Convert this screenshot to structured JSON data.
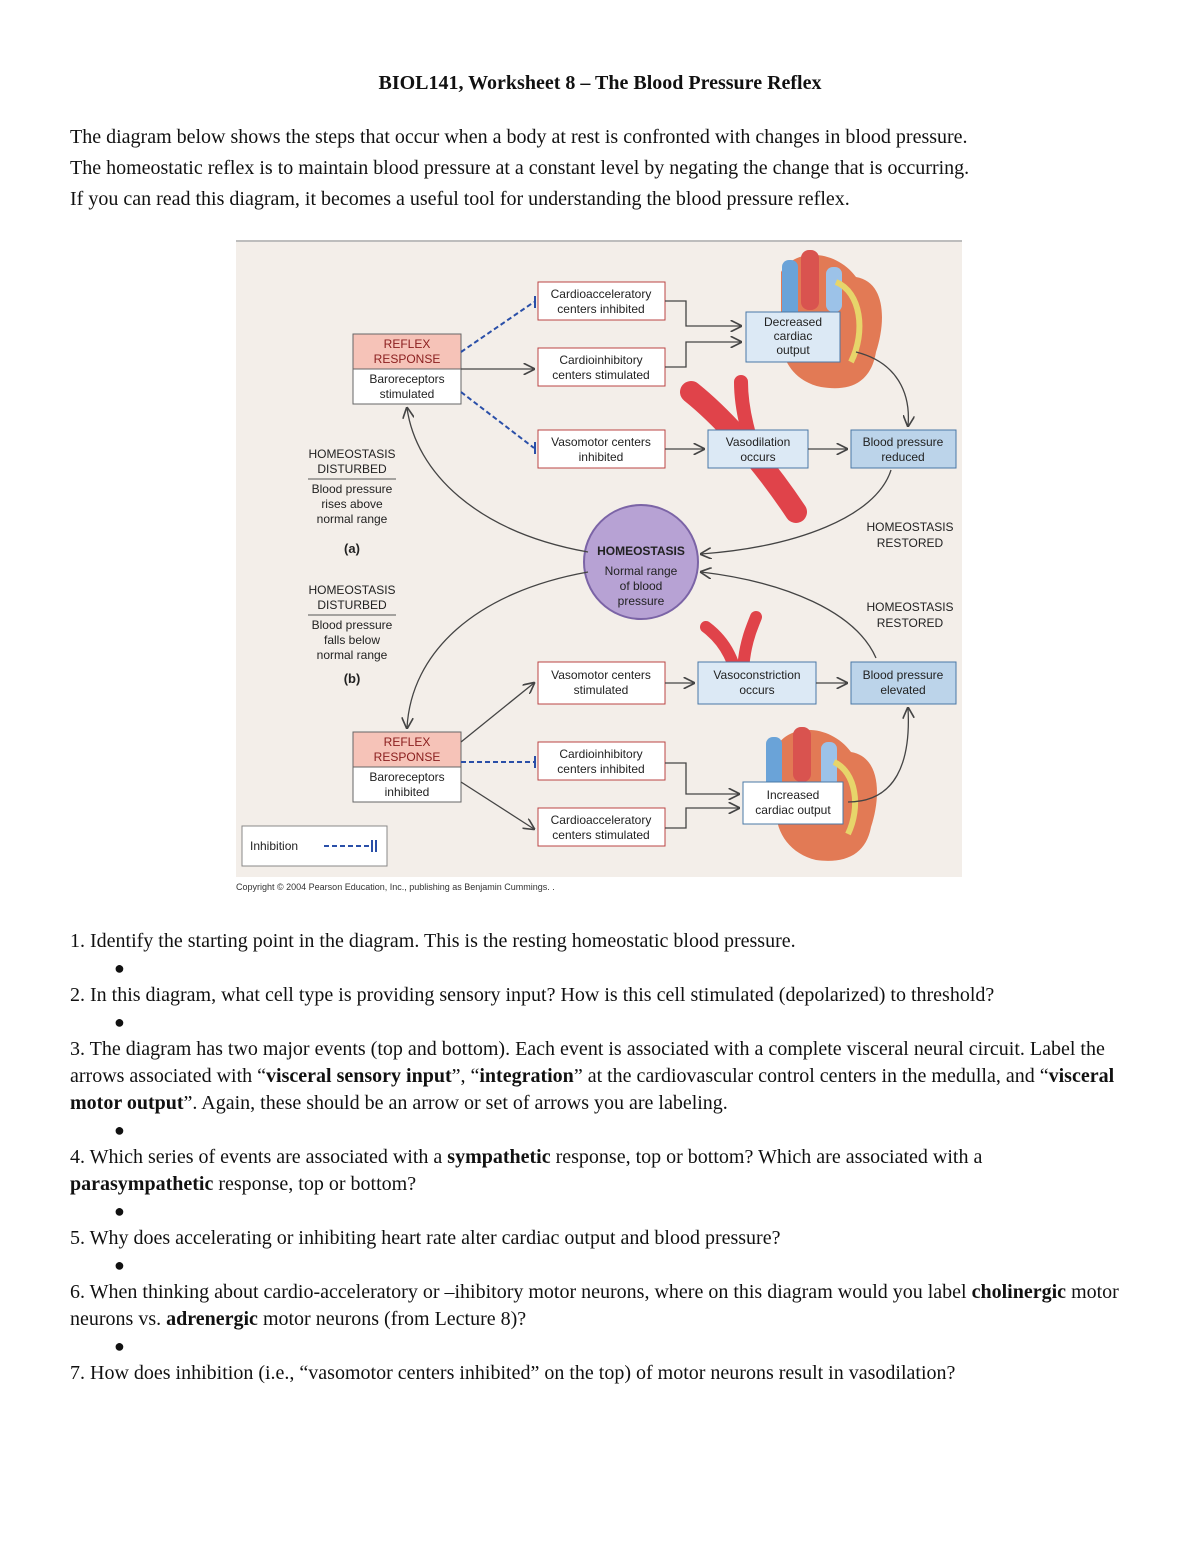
{
  "title": "BIOL141, Worksheet 8 – The Blood Pressure Reflex",
  "intro": [
    "The diagram below shows the steps that occur when a body at rest is confronted with changes in blood pressure.",
    "The homeostatic reflex is to maintain blood pressure at a constant level by negating the change that is occurring.",
    "If you can read this diagram, it becomes a useful tool for understanding the blood pressure reflex."
  ],
  "figure": {
    "top": {
      "reflex_title_1": "REFLEX",
      "reflex_title_2": "RESPONSE",
      "reflex_sub_1": "Baroreceptors",
      "reflex_sub_2": "stimulated",
      "cardioacc_1": "Cardioacceleratory",
      "cardioacc_2": "centers inhibited",
      "cardioinh_1": "Cardioinhibitory",
      "cardioinh_2": "centers stimulated",
      "vasomotor_1": "Vasomotor centers",
      "vasomotor_2": "inhibited",
      "decreased_1": "Decreased",
      "decreased_2": "cardiac",
      "decreased_3": "output",
      "vasodil_1": "Vasodilation",
      "vasodil_2": "occurs",
      "bp_1": "Blood pressure",
      "bp_2": "reduced",
      "disturbed_1": "HOMEOSTASIS",
      "disturbed_2": "DISTURBED",
      "disturbed_3": "Blood pressure",
      "disturbed_4": "rises above",
      "disturbed_5": "normal range",
      "letter": "(a)",
      "restored_1": "HOMEOSTASIS",
      "restored_2": "RESTORED"
    },
    "center": {
      "title": "HOMEOSTASIS",
      "line1": "Normal range",
      "line2": "of blood",
      "line3": "pressure"
    },
    "bottom": {
      "disturbed_1": "HOMEOSTASIS",
      "disturbed_2": "DISTURBED",
      "disturbed_3": "Blood pressure",
      "disturbed_4": "falls below",
      "disturbed_5": "normal range",
      "letter": "(b)",
      "restored_1": "HOMEOSTASIS",
      "restored_2": "RESTORED",
      "vasomotor_1": "Vasomotor centers",
      "vasomotor_2": "stimulated",
      "vasocon_1": "Vasoconstriction",
      "vasocon_2": "occurs",
      "bp_1": "Blood pressure",
      "bp_2": "elevated",
      "reflex_title_1": "REFLEX",
      "reflex_title_2": "RESPONSE",
      "reflex_sub_1": "Baroreceptors",
      "reflex_sub_2": "inhibited",
      "cardioinh_1": "Cardioinhibitory",
      "cardioinh_2": "centers inhibited",
      "cardioacc_1": "Cardioacceleratory",
      "cardioacc_2": "centers stimulated",
      "increased_1": "Increased",
      "increased_2": "cardiac output"
    },
    "legend_label": "Inhibition",
    "copyright": "Copyright © 2004 Pearson Education, Inc., publishing as Benjamin Cummings. ."
  },
  "questions": {
    "q1": "1.  Identify the starting point in the diagram.  This is the resting homeostatic blood pressure.",
    "q2": "2.  In this diagram, what cell type is providing sensory input?  How is this cell stimulated (depolarized) to threshold?",
    "q3_a": "3.  The diagram has two major events (top and bottom).  Each event is associated with a complete visceral neural circuit.  Label the arrows associated with “",
    "q3_b": "visceral sensory input",
    "q3_c": "”, “",
    "q3_d": "integration",
    "q3_e": "” at the cardiovascular control centers in the medulla, and “",
    "q3_f": "visceral motor output",
    "q3_g": "”.  Again, these should be an arrow or set of arrows you are labeling.",
    "q4_a": "4.  Which series of events are associated with a ",
    "q4_b": "sympathetic",
    "q4_c": " response, top or bottom?  Which are associated with a ",
    "q4_d": "parasympathetic",
    "q4_e": " response, top or bottom?",
    "q5": "5.  Why does accelerating or inhibiting heart rate alter cardiac output and blood pressure?",
    "q6_a": "6.  When thinking about cardio-acceleratory or –ihibitory motor neurons, where on this diagram would you label ",
    "q6_b": "cholinergic",
    "q6_c": " motor neurons vs. ",
    "q6_d": "adrenergic",
    "q6_e": " motor neurons (from Lecture 8)?",
    "q7": "7.  How does inhibition (i.e., “vasomotor centers inhibited” on the top) of motor neurons result in vasodilation?",
    "bullet": "●"
  }
}
